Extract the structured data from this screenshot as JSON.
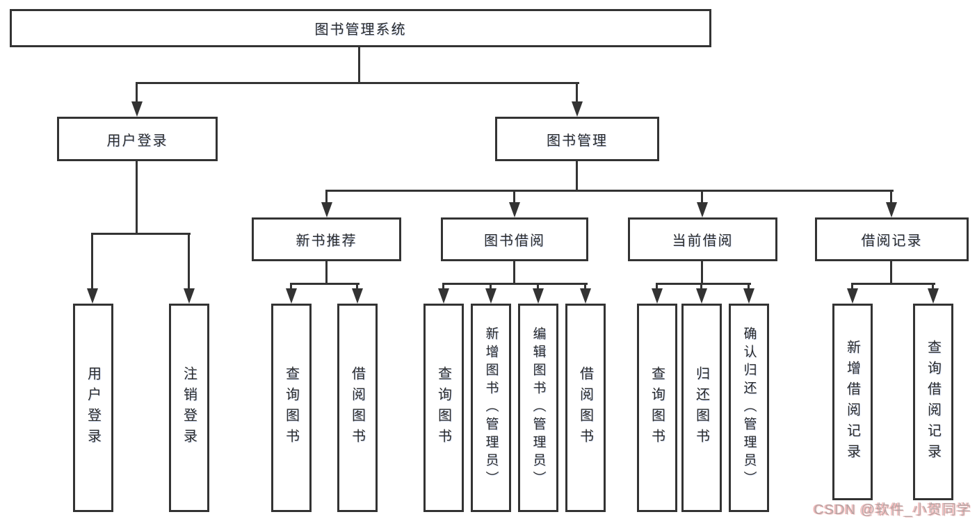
{
  "diagram": {
    "type": "hierarchy-diagram",
    "colors": {
      "line": "#333333",
      "text": "#2b2b2b",
      "background": "#ffffff",
      "watermark_pink": "#eb7d7d",
      "watermark_gray": "#afa0a0"
    },
    "tree": {
      "label": "图书管理系统",
      "children": [
        {
          "label": "用户登录",
          "children": [
            {
              "label": "用户登录"
            },
            {
              "label": "注销登录"
            }
          ]
        },
        {
          "label": "图书管理",
          "children": [
            {
              "label": "新书推荐",
              "children": [
                {
                  "label": "查询图书"
                },
                {
                  "label": "借阅图书"
                }
              ]
            },
            {
              "label": "图书借阅",
              "children": [
                {
                  "label": "查询图书"
                },
                {
                  "label": "新增图书（管理员）"
                },
                {
                  "label": "编辑图书（管理员）"
                },
                {
                  "label": "借阅图书"
                }
              ]
            },
            {
              "label": "当前借阅",
              "children": [
                {
                  "label": "查询图书"
                },
                {
                  "label": "归还图书"
                },
                {
                  "label": "确认归还（管理员）"
                }
              ]
            },
            {
              "label": "借阅记录",
              "children": [
                {
                  "label": "新增借阅记录"
                },
                {
                  "label": "查询借阅记录"
                }
              ]
            }
          ]
        }
      ]
    }
  },
  "watermark": {
    "text": "CSDN @软件_小贺同学"
  }
}
